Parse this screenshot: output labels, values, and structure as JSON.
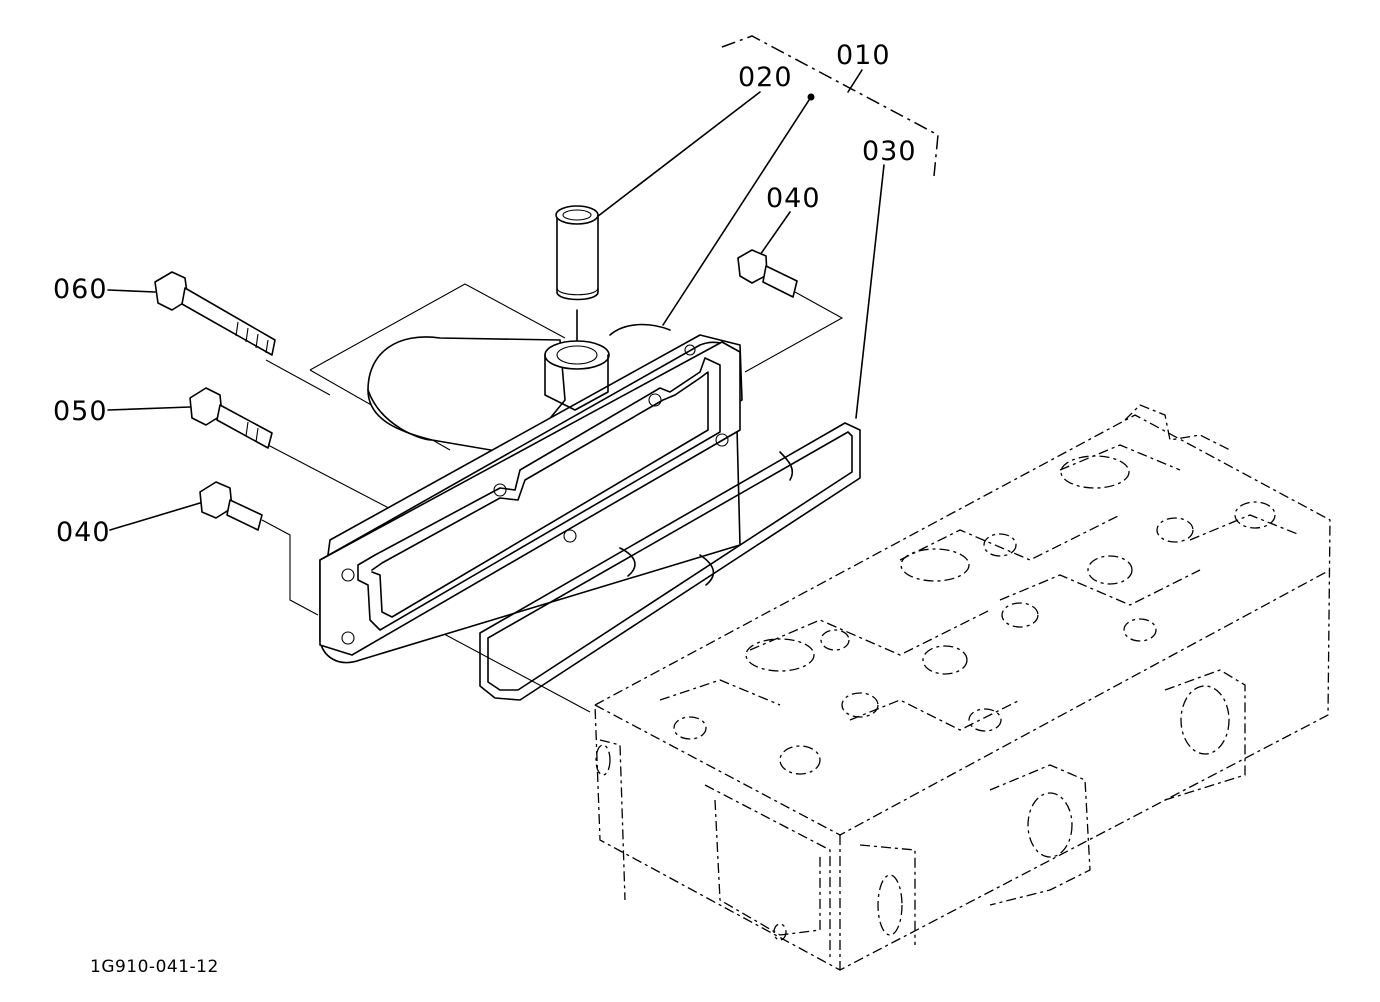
{
  "diagram": {
    "callouts": {
      "c010": "010",
      "c020": "020",
      "c030": "030",
      "c040_top": "040",
      "c040_bottom": "040",
      "c050": "050",
      "c060": "060"
    },
    "figure_number": "1G910-041-12"
  }
}
